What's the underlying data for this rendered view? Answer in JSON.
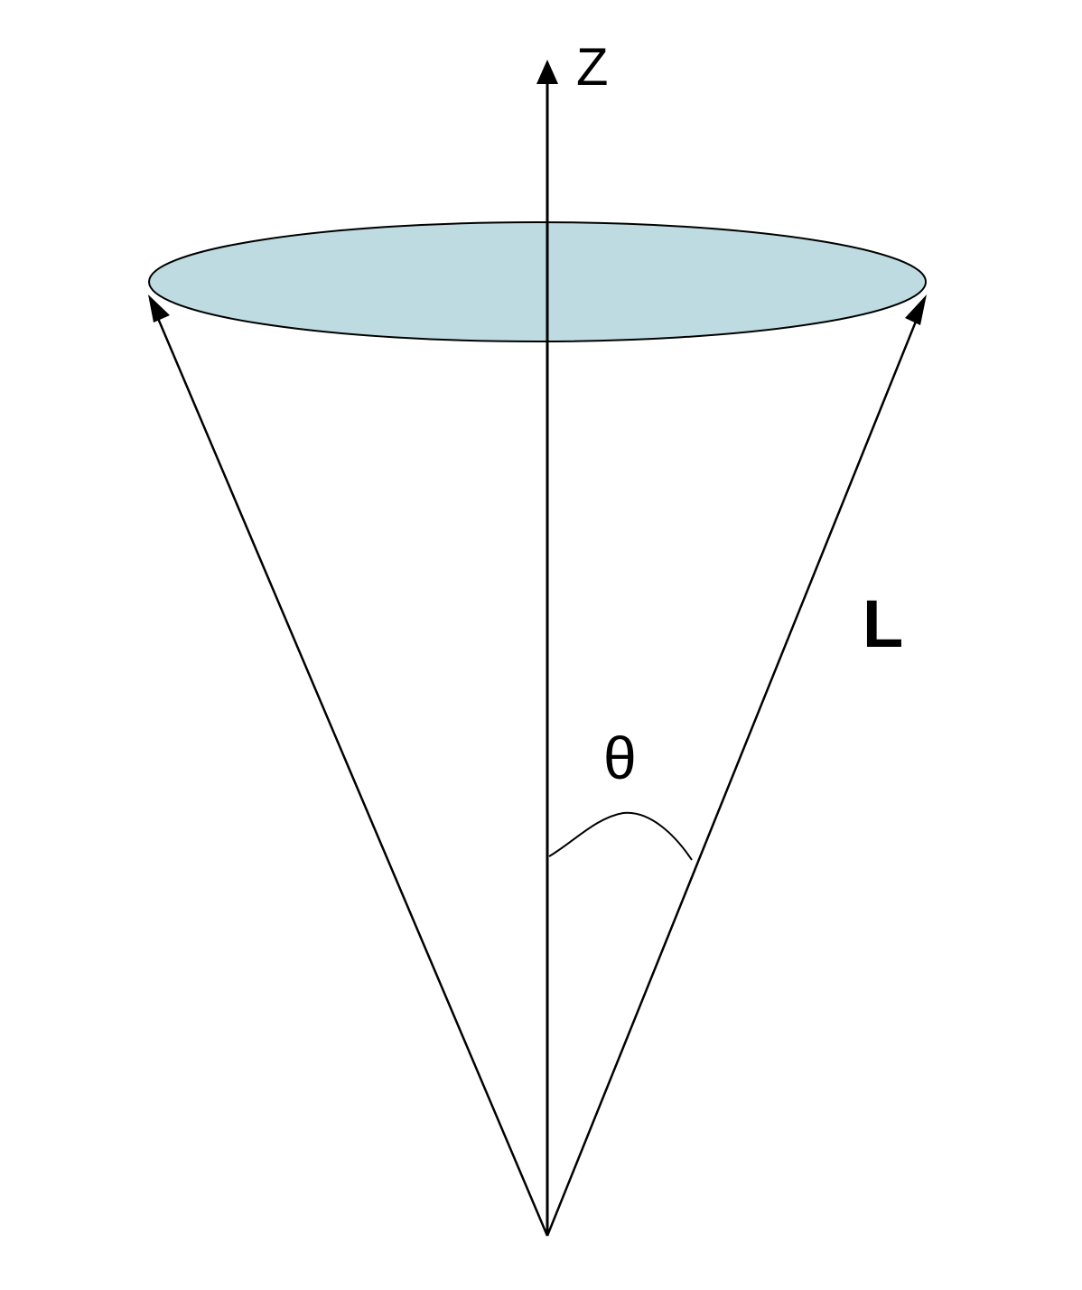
{
  "labels": {
    "z_axis": "Z",
    "theta": "θ",
    "vector": "L"
  },
  "colors": {
    "disc_fill": "#bddbe0",
    "line": "#000000",
    "background": "#ffffff"
  }
}
